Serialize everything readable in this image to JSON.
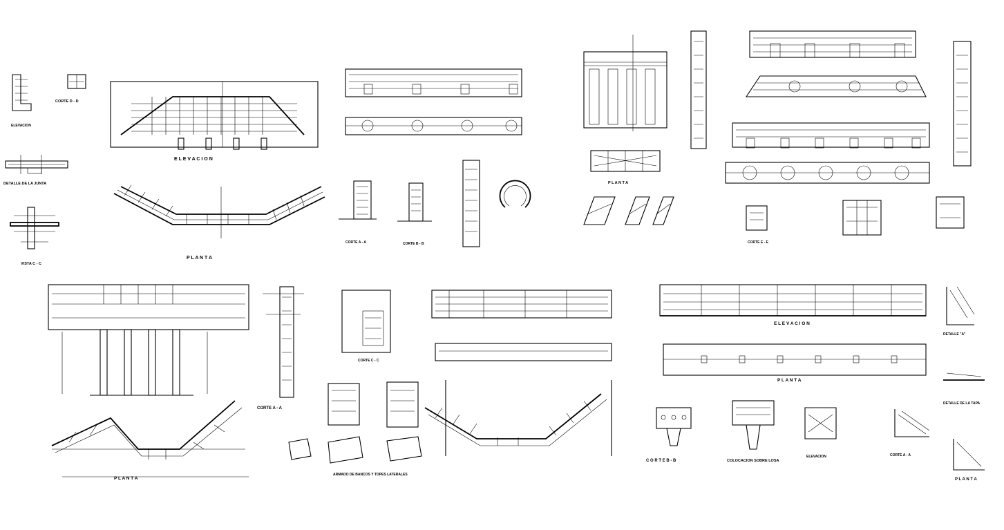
{
  "sheet": {
    "background": "#ffffff",
    "ink": "#000000",
    "titles": {
      "corte_d_d": "CORTE D - D",
      "elevacion_small": "ELEVACION",
      "detalle_junta": "DETALLE DE LA JUNTA",
      "vista_c_c": "VISTA C - C",
      "elevacion_top": "E L E V A C I O N",
      "planta_top": "P L A N T A",
      "corte_a_a_1": "CORTE A - A",
      "corte_b_b_1": "CORTE B - B",
      "planta_mid": "P L A N T A",
      "corte_e_e": "CORTE E - E",
      "corte_a_a_left": "CORTE A - A",
      "planta_bottom_left": "P L A N T A",
      "corte_c_c": "CORTE C - C",
      "armado_bancos": "ARMADO DE BANCOS Y TOPES LATERALES",
      "elevacion_right": "E L E V A C I O N",
      "planta_right": "P L A N T A",
      "detalle_a": "DETALLE \"A\"",
      "detalle_tapa": "DETALLE DE LA TAPA",
      "corte_b_b_right": "C O R T E  B - B",
      "colocacion_losa": "COLOCACION SOBRE LOSA",
      "elevacion_small_right": "ELEVACION",
      "corte_a_a_right": "CORTE A - A",
      "planta_far_right": "P L A N T A"
    }
  }
}
